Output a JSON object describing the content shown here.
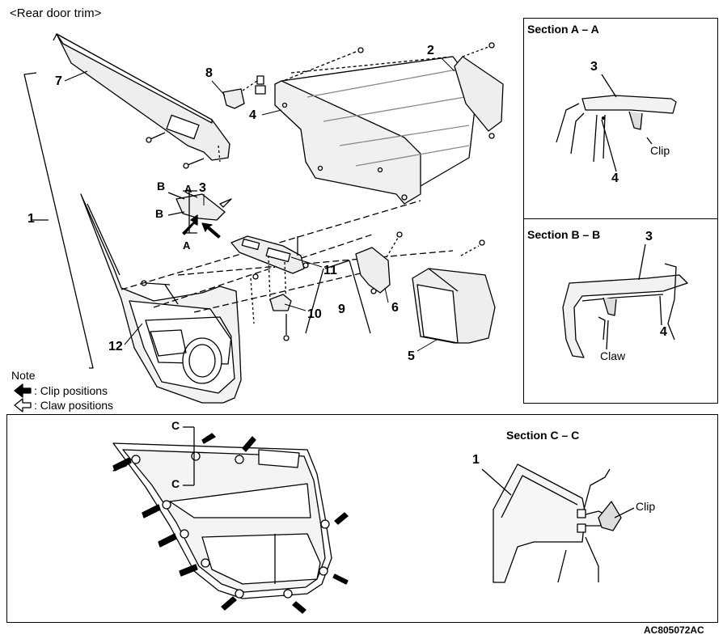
{
  "title": "<Rear door trim>",
  "callouts": {
    "c1": "1",
    "c2": "2",
    "c3": "3",
    "c4": "4",
    "c5": "5",
    "c6": "6",
    "c7": "7",
    "c8": "8",
    "c9": "9",
    "c10": "10",
    "c11": "11",
    "c12": "12",
    "bottom_1": "1"
  },
  "section_markers": {
    "a_top": "A",
    "a_bottom": "A",
    "b_top": "B",
    "b_bottom": "B",
    "c_top": "C",
    "c_bottom": "C"
  },
  "section_aa": {
    "title": "Section A – A",
    "label3": "3",
    "label4": "4",
    "clip": "Clip"
  },
  "section_bb": {
    "title": "Section B – B",
    "label3": "3",
    "label4": "4",
    "claw": "Claw"
  },
  "section_cc": {
    "title": "Section C – C",
    "label1": "1",
    "clip": "Clip"
  },
  "note": {
    "heading": "Note",
    "clip_positions": ": Clip positions",
    "claw_positions": ": Claw positions"
  },
  "figure_code": "AC805072AC"
}
